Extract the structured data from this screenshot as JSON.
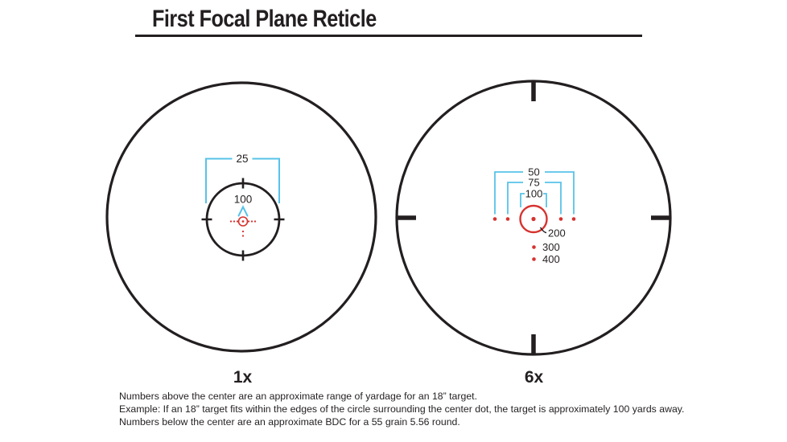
{
  "title": "First Focal Plane Reticle",
  "colors": {
    "ink": "#231f20",
    "cyan": "#57c3e9",
    "red": "#d6332f"
  },
  "reticle_1x": {
    "magnification": "1x",
    "range_bracket": "25",
    "circle_range": "100"
  },
  "reticle_6x": {
    "magnification": "6x",
    "range_brackets": [
      "50",
      "75",
      "100"
    ],
    "bdc": [
      "200",
      "300",
      "400"
    ]
  },
  "footer_notes": [
    "Numbers above the center are an approximate range of yardage for an 18” target.",
    "Example: If an 18” target fits within the edges of the circle surrounding the center dot, the target is approximately 100 yards away.",
    "Numbers below the center are an approximate BDC for a 55 grain 5.56 round."
  ]
}
